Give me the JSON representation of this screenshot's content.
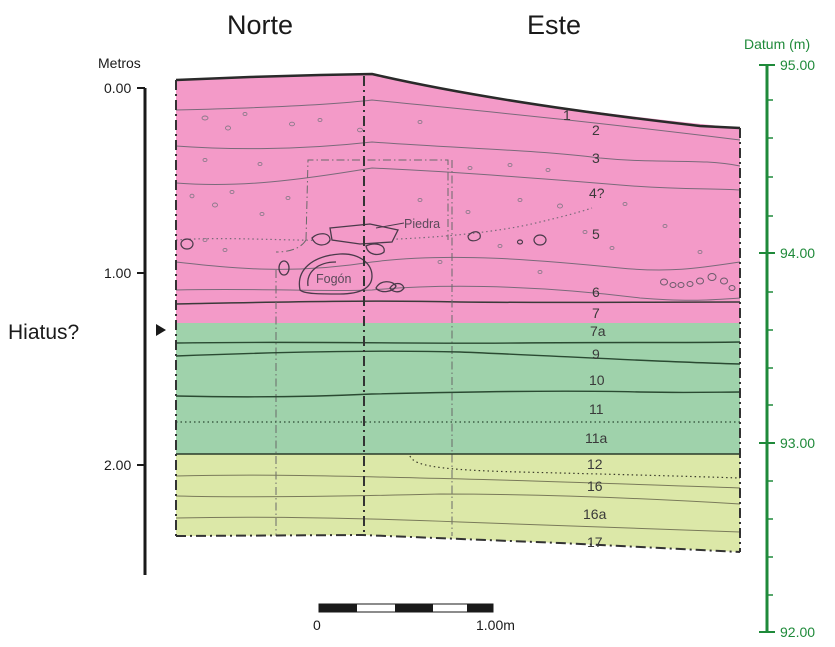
{
  "headers": {
    "north": "Norte",
    "east": "Este"
  },
  "left_axis": {
    "title": "Metros",
    "ticks": [
      "0.00",
      "1.00",
      "2.00"
    ]
  },
  "right_axis": {
    "title": "Datum (m)",
    "ticks": [
      "95.00",
      "94.00",
      "93.00",
      "92.00"
    ]
  },
  "hiatus_label": "Hiatus?",
  "scale_bar": {
    "start": "0",
    "end": "1.00m"
  },
  "features": {
    "stone": "Piedra",
    "hearth": "Fogón"
  },
  "layers": [
    "1",
    "2",
    "3",
    "4?",
    "5",
    "6",
    "7",
    "7a",
    "9",
    "10",
    "11",
    "11a",
    "12",
    "16",
    "16a",
    "17"
  ],
  "colors": {
    "pink": "#f39ac8",
    "green": "#9fd2ab",
    "yellow": "#dce8a8",
    "datum_axis": "#1f8a3a",
    "lines": "#333333"
  }
}
